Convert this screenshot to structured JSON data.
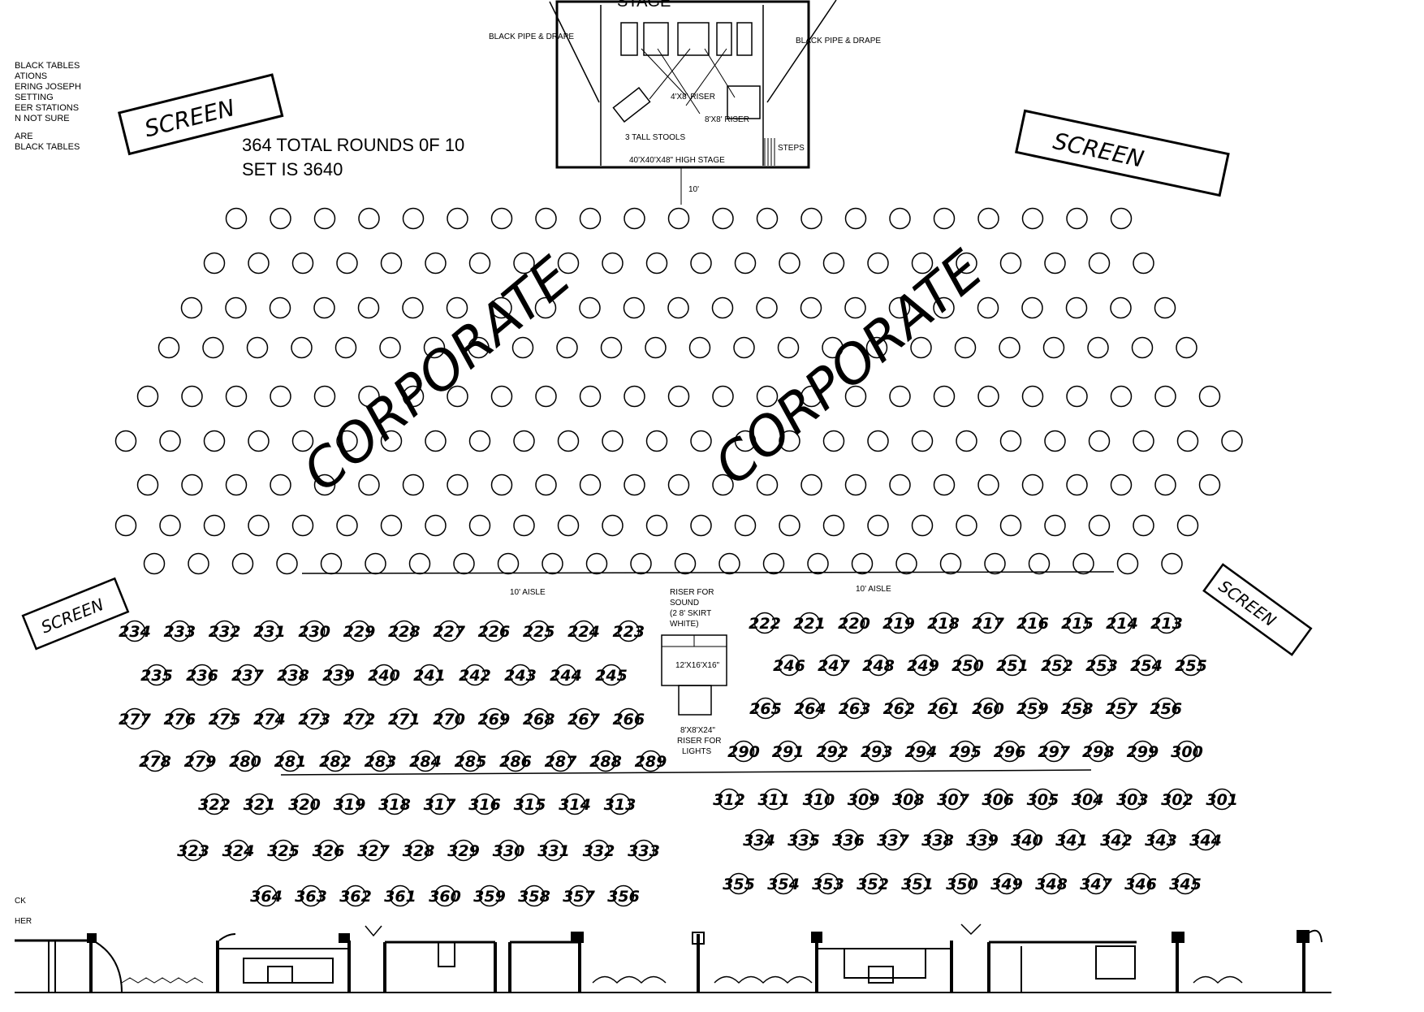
{
  "stage": {
    "title": "STAGE",
    "riser_small": "4'X8' RISER",
    "riser_large": "8'X8' RISER",
    "stools": "3 TALL STOOLS",
    "dimensions": "40'X40'X48\" HIGH STAGE",
    "steps": "STEPS",
    "setback": "10'",
    "pipe_drape_left": "BLACK PIPE & DRAPE",
    "pipe_drape_right": "BLACK PIPE & DRAPE"
  },
  "legend_lines": [
    "BLACK TABLES",
    "ATIONS",
    "ERING JOSEPH",
    "SETTING",
    "EER STATIONS",
    "N NOT SURE",
    "ARE",
    "BLACK TABLES"
  ],
  "summary": {
    "line1": "364 TOTAL ROUNDS 0F 10",
    "line2": "SET IS 3640"
  },
  "handwritten": {
    "screen_labels": [
      "SCREEN",
      "SCREEN",
      "SCREEN",
      "SCREEN"
    ],
    "corporate_labels": [
      "CORPORATE",
      "CORPORATE"
    ]
  },
  "aisles": [
    "10' AISLE",
    "10' AISLE"
  ],
  "sound_riser": {
    "label_lines": [
      "RISER FOR",
      "SOUND",
      "(2 8' SKIRT",
      "WHITE)"
    ],
    "size": "12'X16'X16\""
  },
  "lights_riser": {
    "label_lines": [
      "8'X8'X24\"",
      "RISER FOR",
      "LIGHTS"
    ]
  },
  "edge_fragments": [
    "CK",
    "HER"
  ],
  "floor": {
    "corporate_rows": [
      {
        "row": 1,
        "count": 21
      },
      {
        "row": 2,
        "count": 22
      },
      {
        "row": 3,
        "count": 23
      },
      {
        "row": 4,
        "count": 24
      },
      {
        "row": 5,
        "count": 25
      },
      {
        "row": 6,
        "count": 26
      },
      {
        "row": 7,
        "count": 25
      },
      {
        "row": 8,
        "count": 25
      },
      {
        "row": 9,
        "count": 24
      }
    ],
    "numbered_rows": {
      "left": [
        [
          "234",
          "233",
          "232",
          "231",
          "230",
          "229",
          "228",
          "227",
          "226",
          "225",
          "224",
          "223"
        ],
        [
          "235",
          "236",
          "237",
          "238",
          "239",
          "240",
          "241",
          "242",
          "243",
          "244",
          "245"
        ],
        [
          "277",
          "276",
          "275",
          "274",
          "273",
          "272",
          "271",
          "270",
          "269",
          "268",
          "267",
          "266"
        ],
        [
          "278",
          "279",
          "280",
          "281",
          "282",
          "283",
          "284",
          "285",
          "286",
          "287",
          "288",
          "289"
        ],
        [
          "322",
          "321",
          "320",
          "319",
          "318",
          "317",
          "316",
          "315",
          "314",
          "313"
        ],
        [
          "323",
          "324",
          "325",
          "326",
          "327",
          "328",
          "329",
          "330",
          "331",
          "332",
          "333"
        ],
        [
          "364",
          "363",
          "362",
          "361",
          "360",
          "359",
          "358",
          "357",
          "356"
        ]
      ],
      "right": [
        [
          "222",
          "221",
          "220",
          "219",
          "218",
          "217",
          "216",
          "215",
          "214",
          "213"
        ],
        [
          "246",
          "247",
          "248",
          "249",
          "250",
          "251",
          "252",
          "253",
          "254",
          "255"
        ],
        [
          "265",
          "264",
          "263",
          "262",
          "261",
          "260",
          "259",
          "258",
          "257",
          "256"
        ],
        [
          "290",
          "291",
          "292",
          "293",
          "294",
          "295",
          "296",
          "297",
          "298",
          "299",
          "300"
        ],
        [
          "312",
          "311",
          "310",
          "309",
          "308",
          "307",
          "306",
          "305",
          "304",
          "303",
          "302",
          "301"
        ],
        [
          "334",
          "335",
          "336",
          "337",
          "338",
          "339",
          "340",
          "341",
          "342",
          "343",
          "344"
        ],
        [
          "355",
          "354",
          "353",
          "352",
          "351",
          "350",
          "349",
          "348",
          "347",
          "346",
          "345"
        ]
      ]
    }
  }
}
